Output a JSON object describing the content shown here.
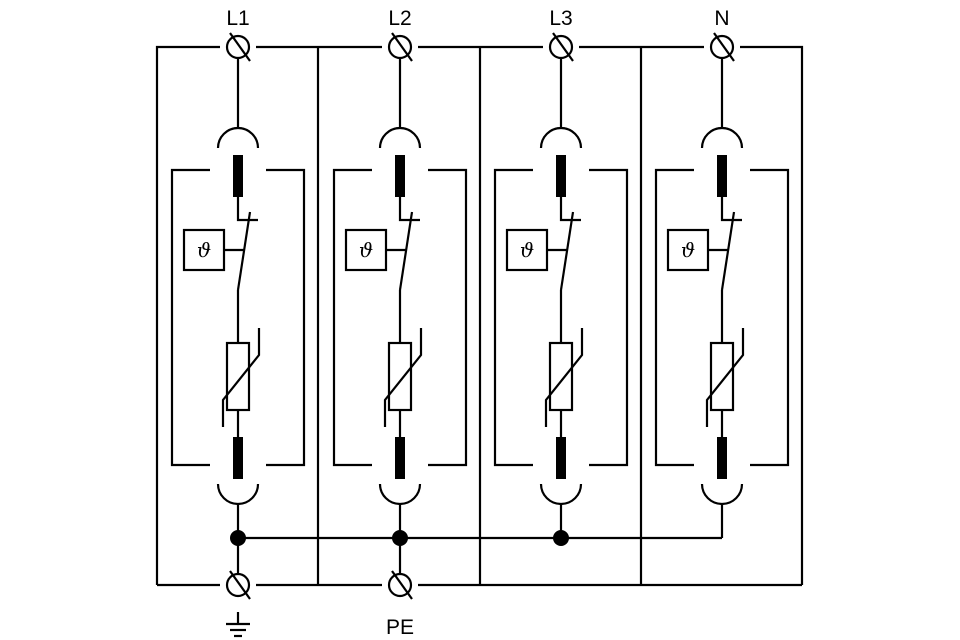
{
  "diagram": {
    "title": "Surge protective device circuit diagram (3+1 module)",
    "colors": {
      "line": "#000000",
      "background": "#ffffff"
    },
    "modules": [
      {
        "id": "L1",
        "label": "L1",
        "thermal_symbol": "ϑ",
        "bottom_junction": true
      },
      {
        "id": "L2",
        "label": "L2",
        "thermal_symbol": "ϑ",
        "bottom_junction": true
      },
      {
        "id": "L3",
        "label": "L3",
        "thermal_symbol": "ϑ",
        "bottom_junction": true
      },
      {
        "id": "N",
        "label": "N",
        "thermal_symbol": "ϑ",
        "bottom_junction": false
      }
    ],
    "bottom_terminals": [
      {
        "id": "earth",
        "label": "",
        "icon": "earth-ground-icon"
      },
      {
        "id": "PE",
        "label": "PE",
        "icon": ""
      }
    ],
    "components": [
      "screw-terminal",
      "plug-contact",
      "fuse-element",
      "thermal-disconnector",
      "varistor"
    ]
  }
}
